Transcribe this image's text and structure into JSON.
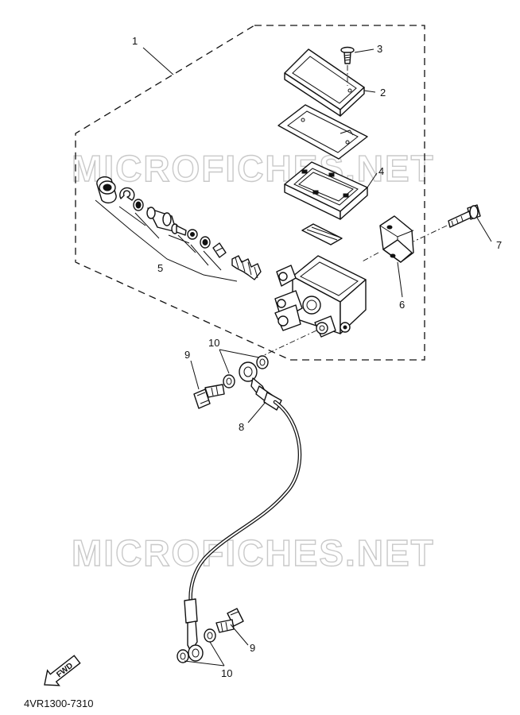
{
  "watermarks": [
    "MICROFICHES.NET",
    "MICROFICHES.NET"
  ],
  "callouts": [
    {
      "id": "1",
      "text": "1"
    },
    {
      "id": "2",
      "text": "2"
    },
    {
      "id": "3",
      "text": "3"
    },
    {
      "id": "4",
      "text": "4"
    },
    {
      "id": "5",
      "text": "5"
    },
    {
      "id": "6",
      "text": "6"
    },
    {
      "id": "7",
      "text": "7"
    },
    {
      "id": "8",
      "text": "8"
    },
    {
      "id": "9a",
      "text": "9"
    },
    {
      "id": "9b",
      "text": "9"
    },
    {
      "id": "10a",
      "text": "10"
    },
    {
      "id": "10b",
      "text": "10"
    }
  ],
  "fwd_label": "FWD",
  "diagram_code": "4VR1300-7310"
}
